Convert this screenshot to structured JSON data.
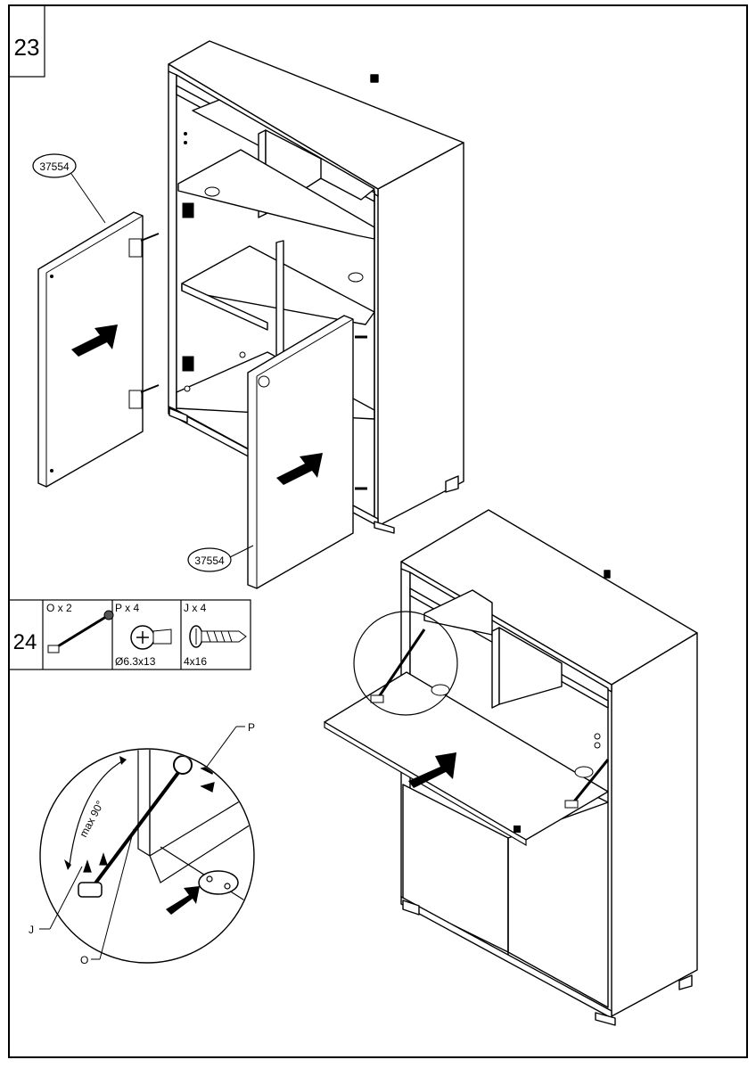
{
  "steps": {
    "s23": {
      "number": "23"
    },
    "s24": {
      "number": "24"
    }
  },
  "parts": {
    "door_left_code": "37554",
    "door_right_code": "37554"
  },
  "hardware": [
    {
      "qty": "O x 2",
      "size": ""
    },
    {
      "qty": "P x 4",
      "size": "Ø6.3x13"
    },
    {
      "qty": "J x 4",
      "size": "4x16"
    }
  ],
  "detail": {
    "angle": "max 90°",
    "label_p": "P",
    "label_j": "J",
    "label_o": "O"
  },
  "colors": {
    "line": "#000000",
    "panel": "#ffffff",
    "arrow": "#000000"
  }
}
